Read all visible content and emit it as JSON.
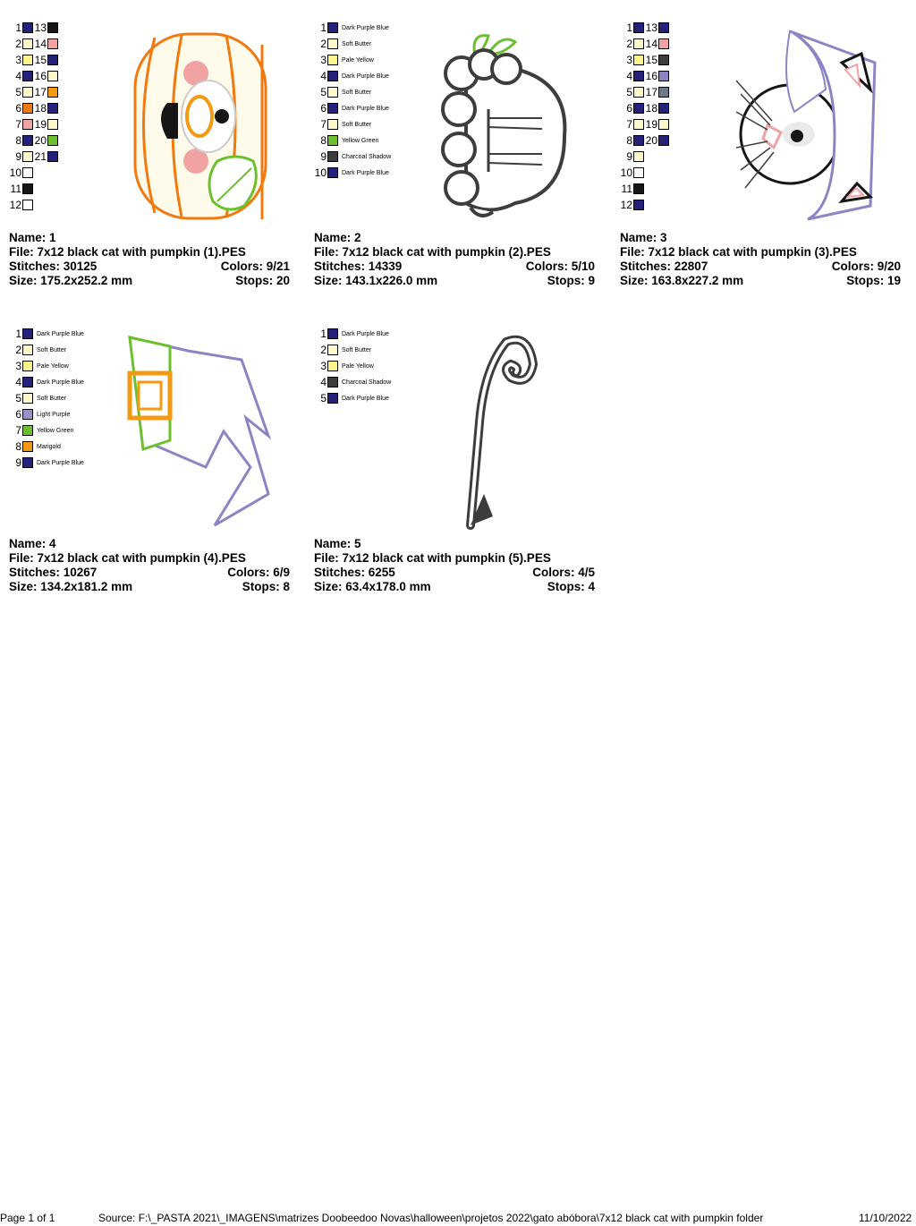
{
  "colors": {
    "Dark Purple Blue": "#25207a",
    "Soft Butter": "#fdf8cb",
    "Pale Yellow": "#fbf58c",
    "Charcoal Shadow": "#3d3d3d",
    "Yellow Green": "#6cc02d",
    "Light Purple": "#9a90c8",
    "Marigold": "#f39a12",
    "Black": "#161616",
    "White": "#ffffff",
    "Pink": "#f1a3a3",
    "Orange": "#f07a10",
    "Grey Blue": "#6b7a86",
    "Periwinkle": "#8b85c4"
  },
  "designs": [
    {
      "name_line": "Name: 1",
      "file_line": "File: 7x12 black cat with pumpkin (1).PES",
      "stitches": "Stitches: 30125",
      "colors": "Colors: 9/21",
      "size": "Size: 175.2x252.2 mm",
      "stops": "Stops: 20",
      "swatches": [
        {
          "n": "1",
          "c": "Dark Purple Blue"
        },
        {
          "n": "2",
          "c": "Soft Butter"
        },
        {
          "n": "3",
          "c": "Pale Yellow"
        },
        {
          "n": "4",
          "c": "Dark Purple Blue"
        },
        {
          "n": "5",
          "c": "Soft Butter"
        },
        {
          "n": "6",
          "c": "Orange"
        },
        {
          "n": "7",
          "c": "Pink"
        },
        {
          "n": "8",
          "c": "Dark Purple Blue"
        },
        {
          "n": "9",
          "c": "Soft Butter"
        },
        {
          "n": "10",
          "c": "White"
        },
        {
          "n": "11",
          "c": "Black"
        },
        {
          "n": "12",
          "c": "White"
        },
        {
          "n": "13",
          "c": "Black"
        },
        {
          "n": "14",
          "c": "Pink"
        },
        {
          "n": "15",
          "c": "Dark Purple Blue"
        },
        {
          "n": "16",
          "c": "Soft Butter"
        },
        {
          "n": "17",
          "c": "Marigold"
        },
        {
          "n": "18",
          "c": "Dark Purple Blue"
        },
        {
          "n": "19",
          "c": "Soft Butter"
        },
        {
          "n": "20",
          "c": "Yellow Green"
        },
        {
          "n": "21",
          "c": "Dark Purple Blue"
        }
      ]
    },
    {
      "name_line": "Name: 2",
      "file_line": "File: 7x12 black cat with pumpkin (2).PES",
      "stitches": "Stitches: 14339",
      "colors": "Colors: 5/10",
      "size": "Size: 143.1x226.0 mm",
      "stops": "Stops: 9",
      "swatches": [
        {
          "n": "1",
          "c": "Dark Purple Blue",
          "label": "Dark Purple Blue"
        },
        {
          "n": "2",
          "c": "Soft Butter",
          "label": "Soft Butter"
        },
        {
          "n": "3",
          "c": "Pale Yellow",
          "label": "Pale Yellow"
        },
        {
          "n": "4",
          "c": "Dark Purple Blue",
          "label": "Dark Purple Blue"
        },
        {
          "n": "5",
          "c": "Soft Butter",
          "label": "Soft Butter"
        },
        {
          "n": "6",
          "c": "Dark Purple Blue",
          "label": "Dark Purple Blue"
        },
        {
          "n": "7",
          "c": "Soft Butter",
          "label": "Soft Butter"
        },
        {
          "n": "8",
          "c": "Yellow Green",
          "label": "Yellow Green"
        },
        {
          "n": "9",
          "c": "Charcoal Shadow",
          "label": "Charcoal Shadow"
        },
        {
          "n": "10",
          "c": "Dark Purple Blue",
          "label": "Dark Purple Blue"
        }
      ]
    },
    {
      "name_line": "Name: 3",
      "file_line": "File: 7x12 black cat with pumpkin (3).PES",
      "stitches": "Stitches: 22807",
      "colors": "Colors: 9/20",
      "size": "Size: 163.8x227.2 mm",
      "stops": "Stops: 19",
      "swatches": [
        {
          "n": "1",
          "c": "Dark Purple Blue"
        },
        {
          "n": "2",
          "c": "Soft Butter"
        },
        {
          "n": "3",
          "c": "Pale Yellow"
        },
        {
          "n": "4",
          "c": "Dark Purple Blue"
        },
        {
          "n": "5",
          "c": "Soft Butter"
        },
        {
          "n": "6",
          "c": "Dark Purple Blue"
        },
        {
          "n": "7",
          "c": "Soft Butter"
        },
        {
          "n": "8",
          "c": "Dark Purple Blue"
        },
        {
          "n": "9",
          "c": "Soft Butter"
        },
        {
          "n": "10",
          "c": "White"
        },
        {
          "n": "11",
          "c": "Black"
        },
        {
          "n": "12",
          "c": "Dark Purple Blue"
        },
        {
          "n": "13",
          "c": "Dark Purple Blue"
        },
        {
          "n": "14",
          "c": "Pink"
        },
        {
          "n": "15",
          "c": "Charcoal Shadow"
        },
        {
          "n": "16",
          "c": "Periwinkle"
        },
        {
          "n": "17",
          "c": "Grey Blue"
        },
        {
          "n": "18",
          "c": "Dark Purple Blue"
        },
        {
          "n": "19",
          "c": "Soft Butter"
        },
        {
          "n": "20",
          "c": "Dark Purple Blue"
        }
      ]
    },
    {
      "name_line": "Name: 4",
      "file_line": "File: 7x12 black cat with pumpkin (4).PES",
      "stitches": "Stitches: 10267",
      "colors": "Colors: 6/9",
      "size": "Size: 134.2x181.2 mm",
      "stops": "Stops: 8",
      "swatches": [
        {
          "n": "1",
          "c": "Dark Purple Blue",
          "label": "Dark Purple Blue"
        },
        {
          "n": "2",
          "c": "Soft Butter",
          "label": "Soft Butter"
        },
        {
          "n": "3",
          "c": "Pale Yellow",
          "label": "Pale Yellow"
        },
        {
          "n": "4",
          "c": "Dark Purple Blue",
          "label": "Dark Purple Blue"
        },
        {
          "n": "5",
          "c": "Soft Butter",
          "label": "Soft Butter"
        },
        {
          "n": "6",
          "c": "Light Purple",
          "label": "Light Purple"
        },
        {
          "n": "7",
          "c": "Yellow Green",
          "label": "Yellow Green"
        },
        {
          "n": "8",
          "c": "Marigold",
          "label": "Marigold"
        },
        {
          "n": "9",
          "c": "Dark Purple Blue",
          "label": "Dark Purple Blue"
        }
      ]
    },
    {
      "name_line": "Name: 5",
      "file_line": "File: 7x12 black cat with pumpkin (5).PES",
      "stitches": "Stitches: 6255",
      "colors": "Colors: 4/5",
      "size": "Size: 63.4x178.0 mm",
      "stops": "Stops: 4",
      "swatches": [
        {
          "n": "1",
          "c": "Dark Purple Blue",
          "label": "Dark Purple Blue"
        },
        {
          "n": "2",
          "c": "Soft Butter",
          "label": "Soft Butter"
        },
        {
          "n": "3",
          "c": "Pale Yellow",
          "label": "Pale Yellow"
        },
        {
          "n": "4",
          "c": "Charcoal Shadow",
          "label": "Charcoal Shadow"
        },
        {
          "n": "5",
          "c": "Dark Purple Blue",
          "label": "Dark Purple Blue"
        }
      ]
    }
  ],
  "footer": {
    "page": "Page 1 of 1",
    "source": "Source: F:\\_PASTA 2021\\_IMAGENS\\matrizes Doobeedoo Novas\\halloween\\projetos 2022\\gato abóbora\\7x12 black cat with pumpkin folder",
    "date": "11/10/2022"
  }
}
